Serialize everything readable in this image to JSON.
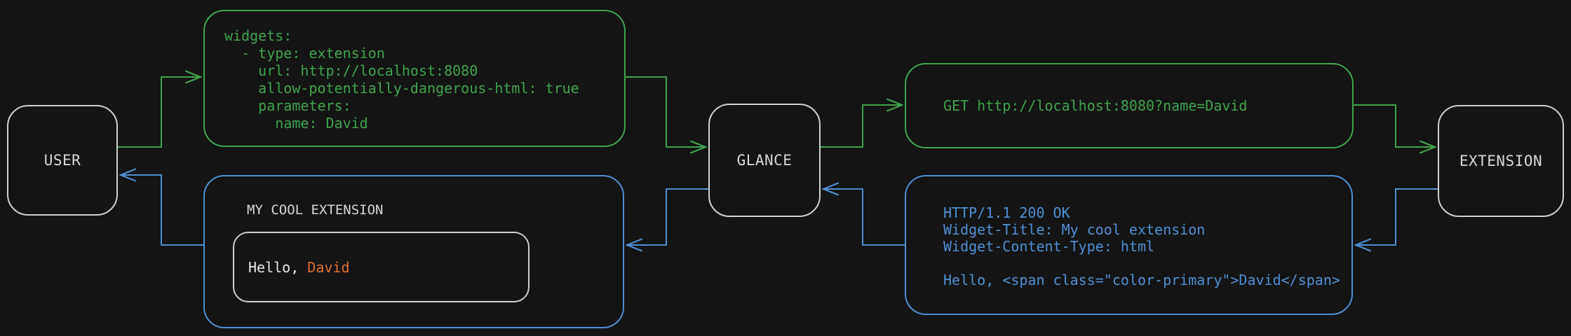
{
  "palette": {
    "bg": "#141414",
    "green": "#3fa34d",
    "blue": "#4f8fd2",
    "fg": "#d8d8d8",
    "orange": "#e0722e"
  },
  "nodes": {
    "user": {
      "label": "USER"
    },
    "glance": {
      "label": "GLANCE"
    },
    "extension": {
      "label": "EXTENSION"
    }
  },
  "config_box": {
    "code": "widgets:\n  - type: extension\n    url: http://localhost:8080\n    allow-potentially-dangerous-html: true\n    parameters:\n      name: David"
  },
  "request_box": {
    "text": "GET http://localhost:8080?name=David"
  },
  "response_box": {
    "code": "HTTP/1.1 200 OK\nWidget-Title: My cool extension\nWidget-Content-Type: html\n\nHello, <span class=\"color-primary\">David</span>"
  },
  "widget_box": {
    "title": "MY COOL EXTENSION",
    "greeting_prefix": "Hello, ",
    "greeting_name": "David"
  }
}
